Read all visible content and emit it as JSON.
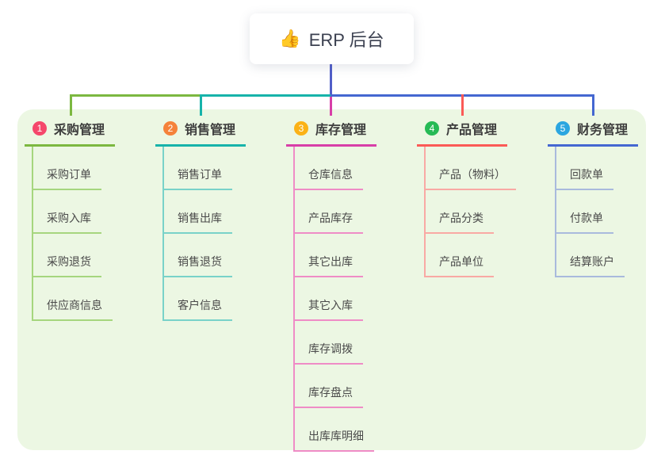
{
  "root": {
    "icon": "👍",
    "label": "ERP 后台"
  },
  "colors": {
    "panel_background": "#ecf7e3",
    "root_edge": "#515ec9",
    "branch_lines": [
      "#7cb840",
      "#17b3aa",
      "#d83fa8",
      "#fb5a56",
      "#4467d1"
    ],
    "child_lines": [
      "#a6d67e",
      "#79d2c9",
      "#ef8cc6",
      "#f9a9a4",
      "#a9badd"
    ],
    "badges": [
      "#f5476b",
      "#f5823a",
      "#fbb216",
      "#26ba55",
      "#2ba6e0"
    ]
  },
  "branches": [
    {
      "badge": "1",
      "label": "采购管理",
      "children": [
        "采购订单",
        "采购入库",
        "采购退货",
        "供应商信息"
      ]
    },
    {
      "badge": "2",
      "label": "销售管理",
      "children": [
        "销售订单",
        "销售出库",
        "销售退货",
        "客户信息"
      ]
    },
    {
      "badge": "3",
      "label": "库存管理",
      "children": [
        "仓库信息",
        "产品库存",
        "其它出库",
        "其它入库",
        "库存调拨",
        "库存盘点",
        "出库库明细"
      ]
    },
    {
      "badge": "4",
      "label": "产品管理",
      "children": [
        "产品（物料）",
        "产品分类",
        "产品单位"
      ]
    },
    {
      "badge": "5",
      "label": "财务管理",
      "children": [
        "回款单",
        "付款单",
        "结算账户"
      ]
    }
  ]
}
